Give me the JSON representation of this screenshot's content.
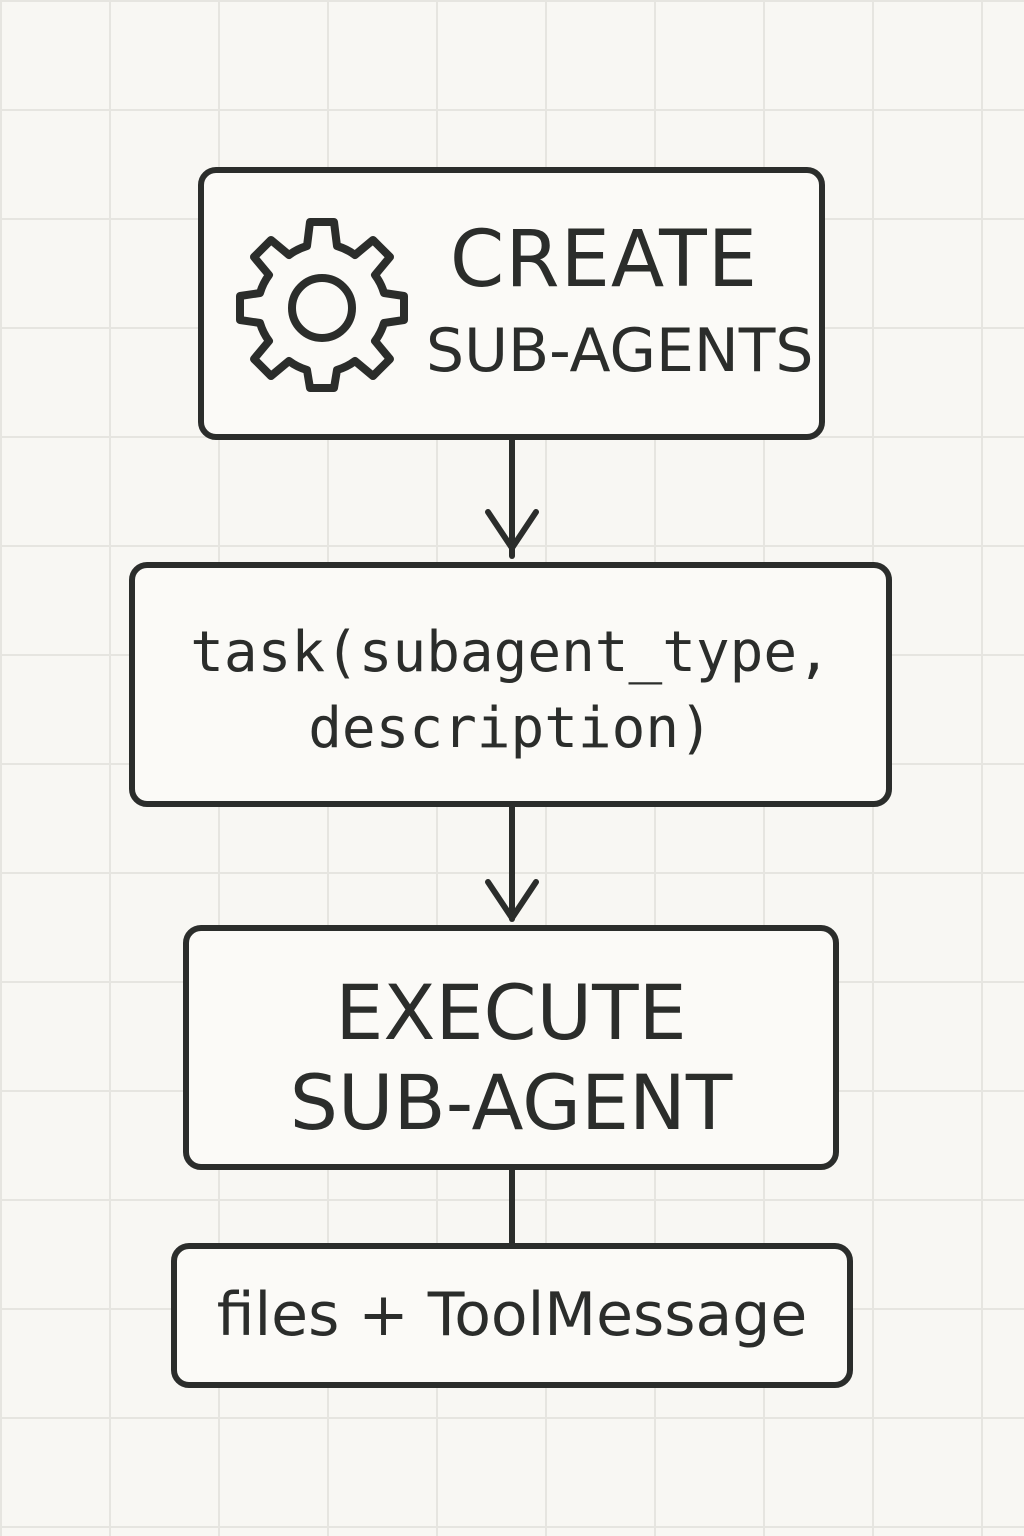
{
  "diagram": {
    "steps": [
      {
        "lines": [
          "CREATE",
          "SUB-AGENTS"
        ],
        "icon": "gear-icon"
      },
      {
        "lines": [
          "task(subagent_type,",
          "description)"
        ]
      },
      {
        "lines": [
          "EXECUTE",
          "SUB-AGENT"
        ]
      },
      {
        "lines": [
          "files + ToolMessage"
        ]
      }
    ],
    "colors": {
      "stroke": "#2b2d2b",
      "background": "#f8f7f3",
      "grid": "#e6e5e0"
    }
  }
}
